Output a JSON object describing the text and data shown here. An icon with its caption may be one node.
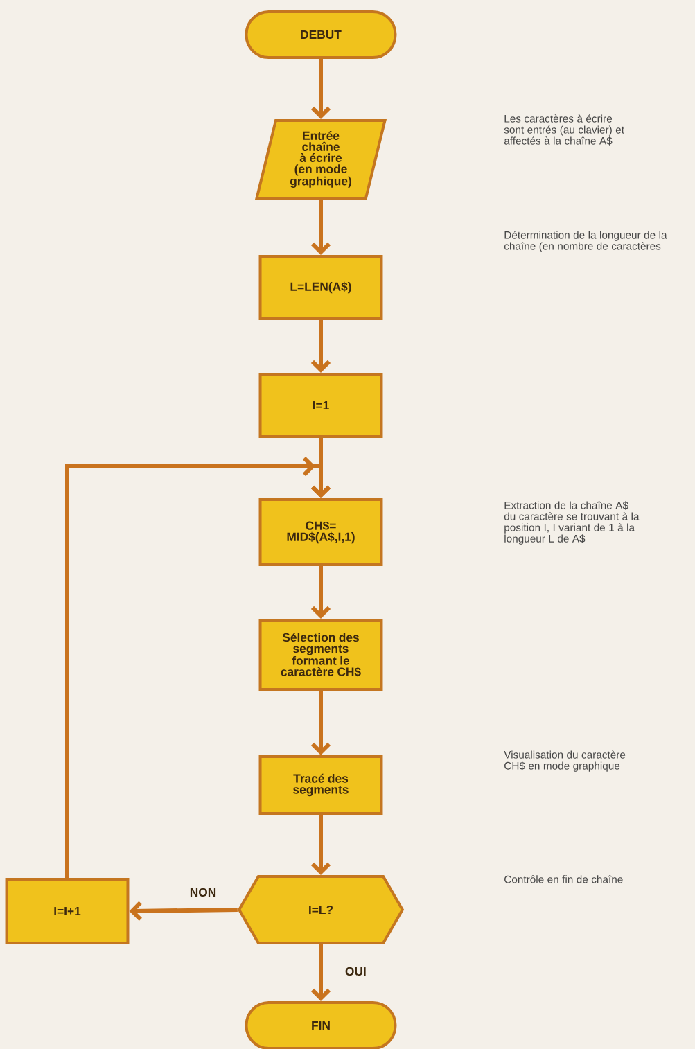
{
  "diagram": {
    "nodes": [
      {
        "text": [
          "DEBUT"
        ]
      },
      {
        "text": [
          "Entrée chaîne à écrire (en mode graphique)"
        ]
      },
      {
        "text": [
          "L=LEN(A$)"
        ]
      },
      {
        "text": [
          "I=1"
        ]
      },
      {
        "text": [
          "CH$= MID$(A$,I,1)"
        ]
      },
      {
        "text": [
          "Sélection des segments formant le caractère CH$"
        ]
      },
      {
        "text": [
          "Tracé des segments"
        ]
      },
      {
        "text": [
          "I=L?"
        ]
      },
      {
        "text": [
          "I=I+1"
        ]
      },
      {
        "text": [
          "FIN"
        ]
      }
    ],
    "edges": [
      {
        "from": 0,
        "to": 1,
        "arrow": "to"
      },
      {
        "from": 1,
        "to": 2,
        "arrow": "to"
      },
      {
        "from": 2,
        "to": 3,
        "arrow": "to"
      },
      {
        "from": 3,
        "to": 4,
        "arrow": "to"
      },
      {
        "from": 4,
        "to": 5,
        "arrow": "to"
      },
      {
        "from": 5,
        "to": 6,
        "arrow": "to"
      },
      {
        "from": 6,
        "to": 7,
        "arrow": "to"
      },
      {
        "from": 7,
        "to": 8,
        "arrow": "to",
        "label": "NON"
      },
      {
        "from": 7,
        "to": 9,
        "arrow": "to",
        "label": "OUI"
      },
      {
        "from": 8,
        "to": 4,
        "arrow": "to"
      }
    ],
    "labels": [
      "Les caractères à écrire sont entrés (au clavier) et affectés à la chaîne A$",
      "Détermination de la longueur de la chaîne (en nombre de caractères",
      "Extraction de la chaîne A$ du caractère se trouvant à la position I, I variant de 1 à la longueur L de A$",
      "Visualisation du caractère CH$ en mode graphique",
      "Contrôle en fin de chaîne"
    ]
  }
}
